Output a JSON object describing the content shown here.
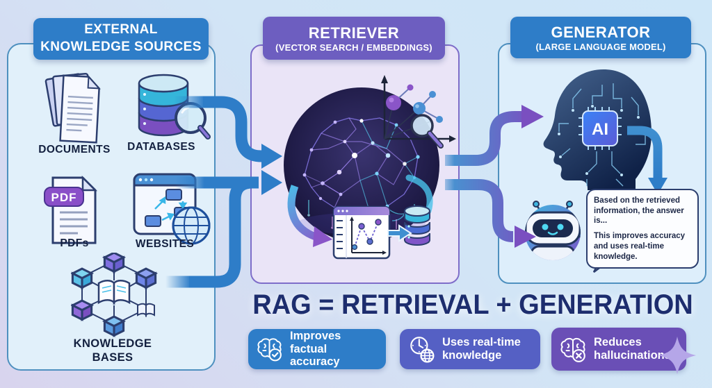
{
  "sources": {
    "header_line1": "EXTERNAL",
    "header_line2": "KNOWLEDGE SOURCES",
    "items": [
      {
        "label": "DOCUMENTS"
      },
      {
        "label": "DATABASES"
      },
      {
        "label": "PDFs",
        "badge": "PDF"
      },
      {
        "label": "WEBSITES"
      },
      {
        "label": "KNOWLEDGE",
        "label2": "BASES"
      }
    ]
  },
  "retriever": {
    "header_line1": "RETRIEVER",
    "header_line2": "(VECTOR SEARCH / EMBEDDINGS)"
  },
  "generator": {
    "header_line1": "GENERATOR",
    "header_line2": "(LARGE LANGUAGE MODEL)",
    "chip": "AI",
    "bubble_para1": "Based on the retrieved information, the answer is...",
    "bubble_para2": "This improves accuracy and uses real-time knowledge."
  },
  "footer": {
    "equation": "RAG = RETRIEVAL + GENERATION",
    "badges": [
      {
        "label_line1": "Improves factual",
        "label_line2": "accuracy"
      },
      {
        "label_line1": "Uses real-time",
        "label_line2": "knowledge"
      },
      {
        "label_line1": "Reduces",
        "label_line2": "hallucinations"
      }
    ]
  },
  "icons": {
    "sources": [
      "documents-icon",
      "database-search-icon",
      "pdf-file-icon",
      "website-globe-icon",
      "knowledge-graph-icon"
    ],
    "retriever": [
      "neural-brain-icon",
      "vector-axes-icon",
      "magnifier-icon",
      "scatter-window-icon",
      "vector-db-icon"
    ],
    "generator": [
      "ai-head-icon",
      "ai-chip-icon",
      "robot-icon",
      "speech-bubble"
    ],
    "footer": [
      "brain-check-icon",
      "clock-globe-icon",
      "brain-x-icon",
      "sparkle-icon"
    ]
  },
  "colors": {
    "blue_header": "#2e7dc8",
    "purple_header": "#6d5ec0",
    "panel_blue_fill": "#e1f0fa",
    "panel_purple_fill": "#eae4f7",
    "arrow_blue": "#2e7dc8",
    "arrow_purple": "#7a4fc0",
    "title_navy": "#1d2d6e",
    "badge_blue": "#2e7dc8",
    "badge_indigo": "#5560c4",
    "badge_purple": "#6a4fb6"
  }
}
